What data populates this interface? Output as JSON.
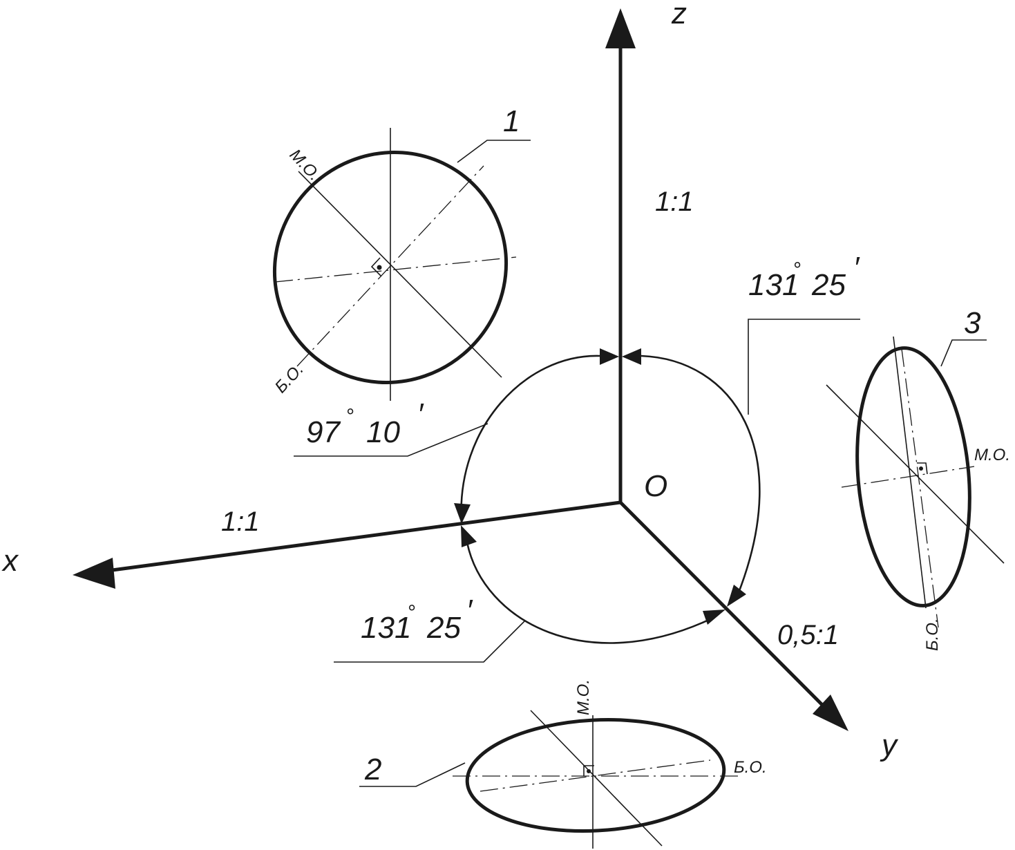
{
  "axes": {
    "x": "x",
    "y": "y",
    "z": "z",
    "origin": "O",
    "scale_x": "1:1",
    "scale_y": "0,5:1",
    "scale_z": "1:1"
  },
  "angles": {
    "zy": {
      "deg": "131",
      "deg_sign": "°",
      "min": "25",
      "min_sign": "′"
    },
    "xz": {
      "deg": "97",
      "deg_sign": "°",
      "min": "10",
      "min_sign": "′"
    },
    "xy": {
      "deg": "131",
      "deg_sign": "°",
      "min": "25",
      "min_sign": "′"
    }
  },
  "ellipses": {
    "e1": {
      "number": "1",
      "minor_axis": "М.О.",
      "major_axis": "Б.О."
    },
    "e2": {
      "number": "2",
      "minor_axis": "М.О.",
      "major_axis": "Б.О."
    },
    "e3": {
      "number": "3",
      "minor_axis": "М.О.",
      "major_axis": "Б.О."
    }
  }
}
